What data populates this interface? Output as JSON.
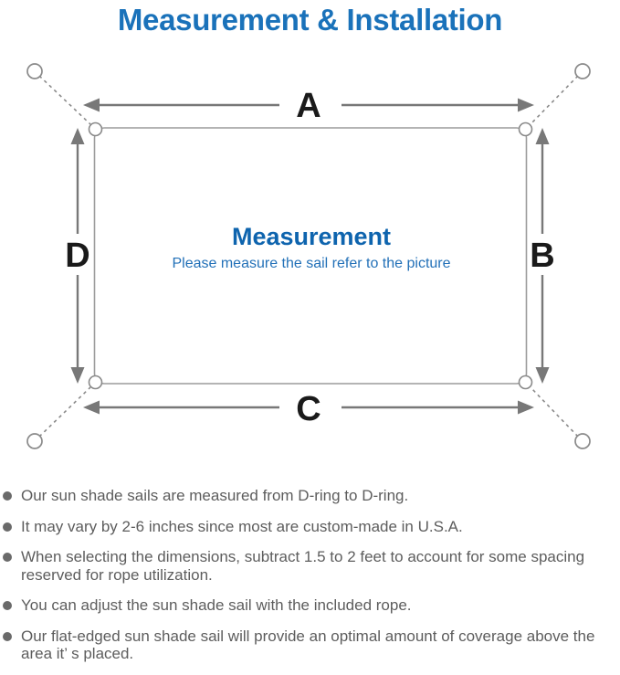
{
  "title": "Measurement & Installation",
  "diagram": {
    "center_title": "Measurement",
    "center_subtitle": "Please measure the sail refer to the picture",
    "labels": {
      "top": "A",
      "right": "B",
      "bottom": "C",
      "left": "D"
    }
  },
  "colors": {
    "title_blue": "#1a72ba",
    "center_title_blue": "#0e64ae",
    "center_subtitle_blue": "#2371b8",
    "dimension_label_black": "#1a1a1a",
    "sail_border_gray": "#9c9c9c",
    "ring_gray": "#8a8a8a",
    "arrow_gray": "#787878",
    "bullet_text_gray": "#5d5d5d"
  },
  "bullets": [
    "Our sun shade sails are measured from D-ring to D-ring.",
    "It may vary by 2-6 inches since most are custom-made in U.S.A.",
    "When selecting the dimensions, subtract 1.5 to 2 feet to account for some spacing reserved for rope utilization.",
    "You can adjust the sun shade sail with the included rope.",
    "Our flat-edged sun shade sail will provide an optimal amount of coverage above the area it’ s placed."
  ]
}
